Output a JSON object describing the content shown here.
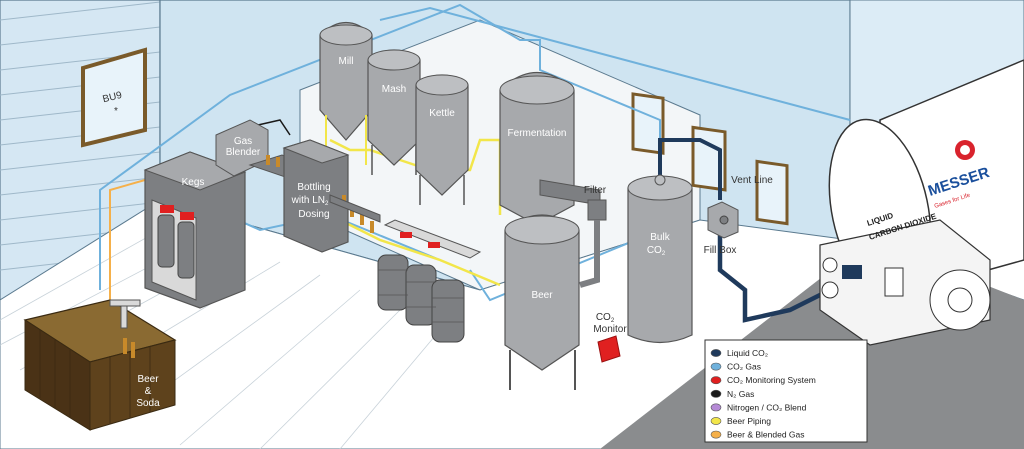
{
  "labels": {
    "mill": "Mill",
    "mash": "Mash",
    "kettle": "Kettle",
    "fermentation": "Fermentation",
    "beer": "Beer",
    "filter": "Filter",
    "kegs": "Kegs",
    "gas_blender_1": "Gas",
    "gas_blender_2": "Blender",
    "bottling_1": "Bottling",
    "bottling_2": "with LN",
    "bottling_2_sub": "2",
    "bottling_3": "Dosing",
    "bulk_1": "Bulk",
    "bulk_2": "CO",
    "bulk_2_sub": "2",
    "vent_line": "Vent Line",
    "fill_box": "Fill Box",
    "co2_monitor_1": "CO",
    "co2_monitor_1_sub": "2",
    "co2_monitor_2": "Monitor",
    "beer_soda_1": "Beer",
    "beer_soda_2": "&",
    "beer_soda_3": "Soda",
    "sign_text": "BU9",
    "truck_brand": "MESSER",
    "truck_tagline": "Gases for Life",
    "truck_cargo_1": "LIQUID",
    "truck_cargo_2": "CARBON DIOXIDE"
  },
  "legend": [
    {
      "label": "Liquid CO₂",
      "color": "#1f3a5c"
    },
    {
      "label": "CO₂ Gas",
      "color": "#6fb1dc"
    },
    {
      "label": "CO₂ Monitoring System",
      "color": "#e02020"
    },
    {
      "label": "N₂ Gas",
      "color": "#1a1a1a"
    },
    {
      "label": "Nitrogen / CO₂ Blend",
      "color": "#b58ad6"
    },
    {
      "label": "Beer Piping",
      "color": "#f2e64a"
    },
    {
      "label": "Beer & Blended Gas",
      "color": "#f5b04a"
    }
  ],
  "colors": {
    "wall": "#cfe4f1",
    "floor": "#ffffff",
    "tank": "#a7a9ac",
    "tank_dark": "#7d7f82",
    "bar": "#6a4a22",
    "liquid_co2": "#1f3a5c",
    "co2_gas": "#6fb1dc",
    "beer_pipe": "#f2e64a",
    "monitor": "#e02020",
    "messer_blue": "#1a4f9c",
    "messer_red": "#d9232d"
  }
}
